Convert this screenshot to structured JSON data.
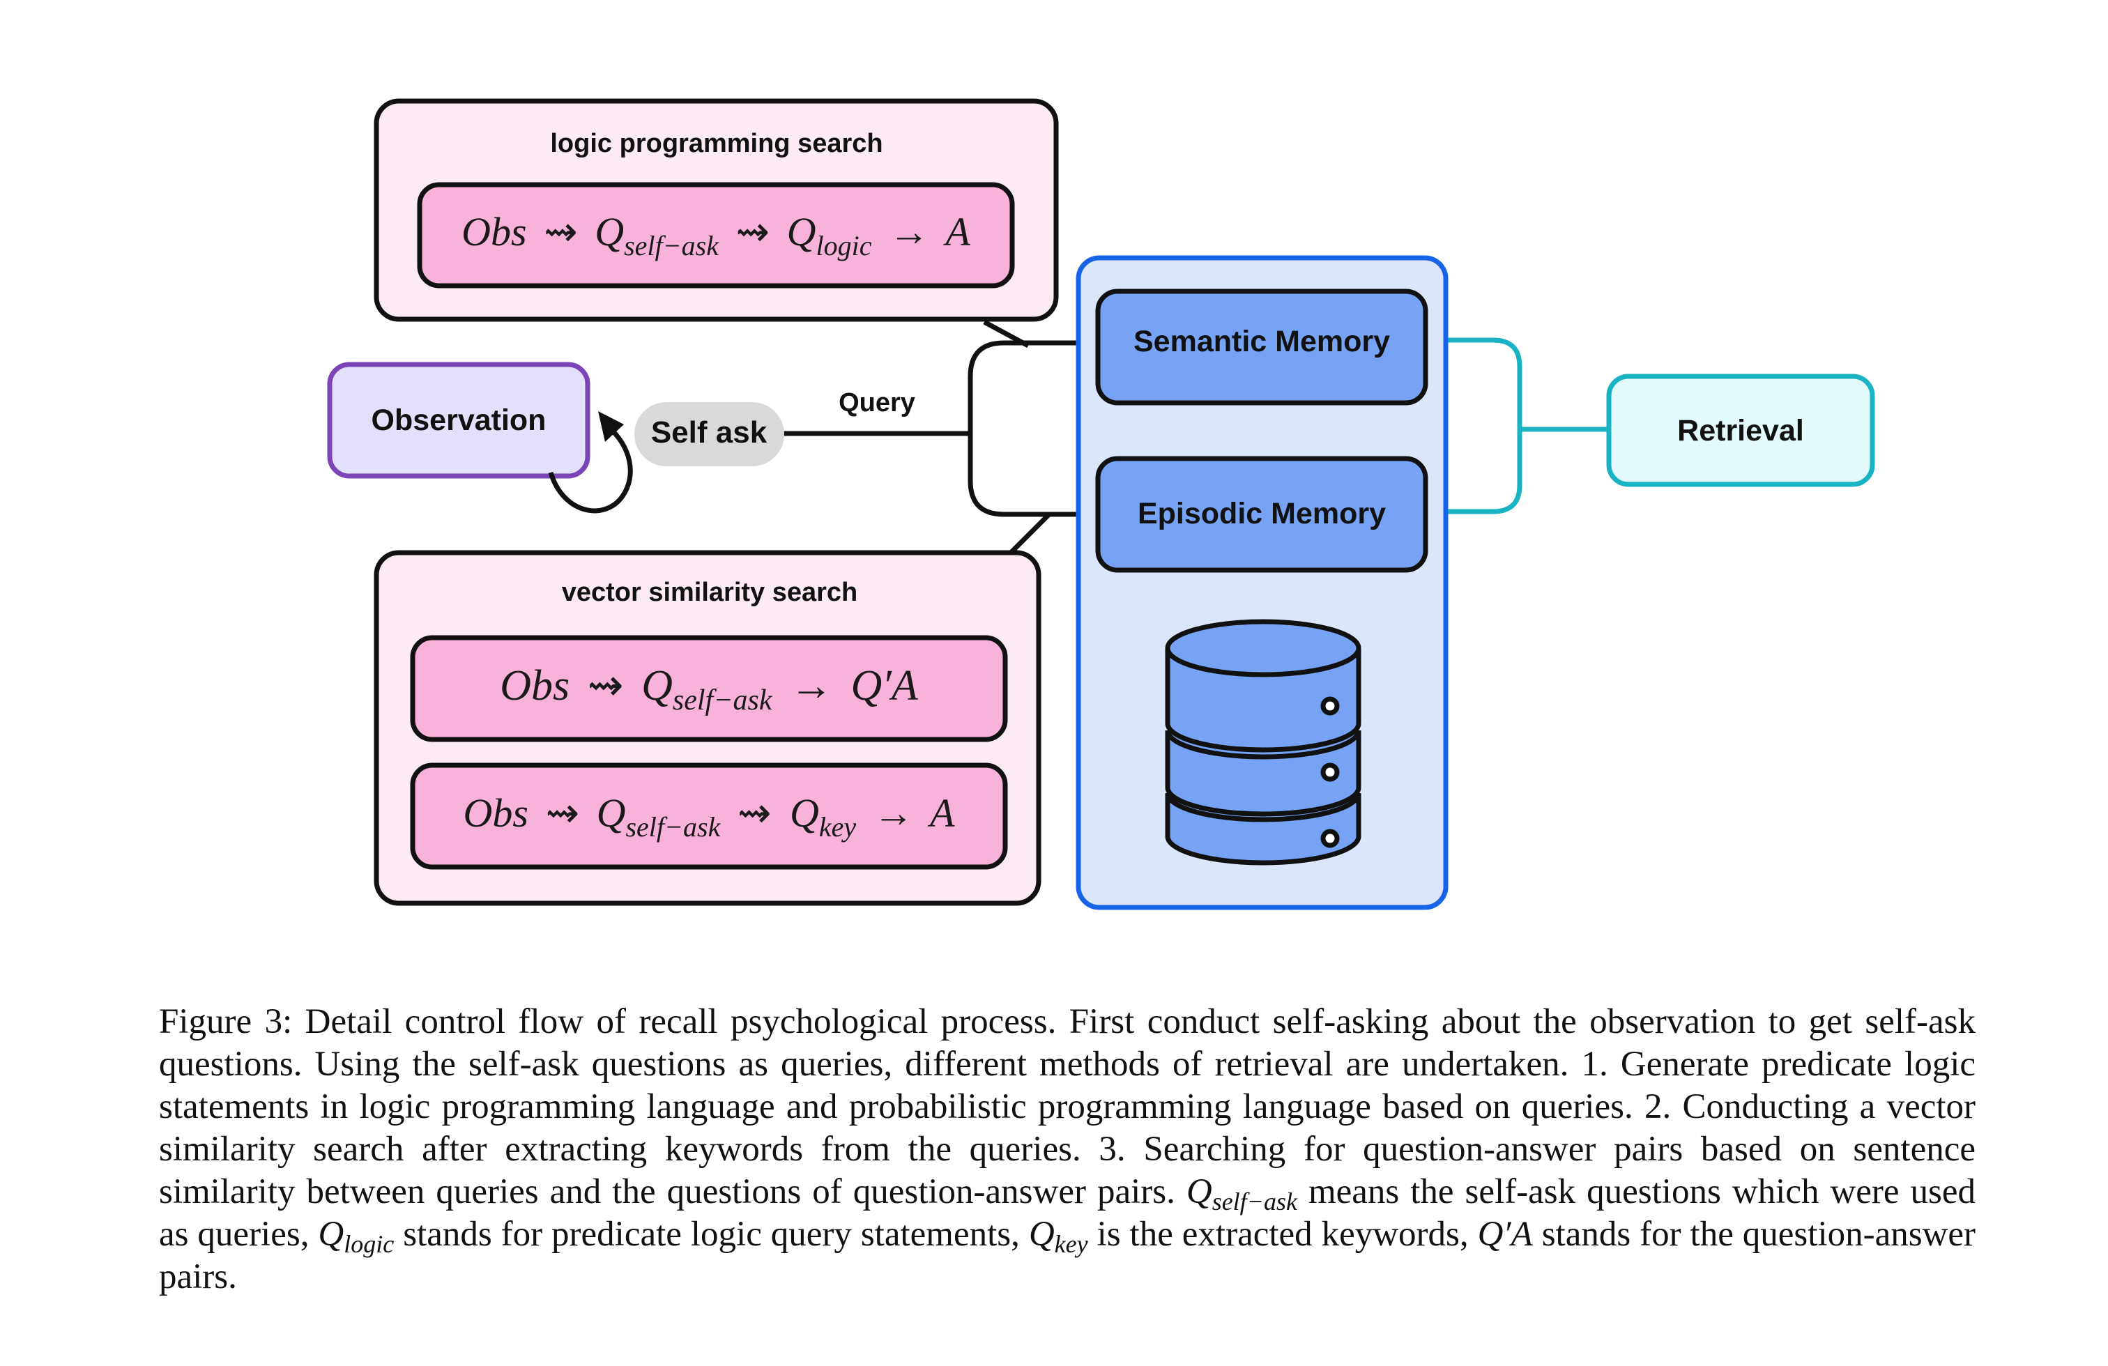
{
  "diagram": {
    "logic_box": {
      "title": "logic programming search",
      "formula": {
        "obs": "Obs",
        "q": "Q",
        "sub1": "self−ask",
        "sub2": "logic",
        "a": "A",
        "squig": "⇝",
        "arrow": "→"
      }
    },
    "vector_box": {
      "title": "vector similarity search",
      "formula1": {
        "obs": "Obs",
        "q": "Q",
        "sub1": "self−ask",
        "qa": "Q′A",
        "squig": "⇝",
        "arrow": "→"
      },
      "formula2": {
        "obs": "Obs",
        "q": "Q",
        "sub1": "self−ask",
        "sub2": "key",
        "a": "A",
        "squig": "⇝",
        "arrow": "→"
      }
    },
    "observation": "Observation",
    "self_ask": "Self ask",
    "query": "Query",
    "semantic_memory": "Semantic Memory",
    "episodic_memory": "Episodic Memory",
    "retrieval": "Retrieval",
    "icons": {
      "database": "database-icon",
      "loop_arrow": "loop-arrow-icon"
    },
    "colors": {
      "pink_outer": "#FCEAF5",
      "pink_inner": "#F9B3DA",
      "observation_border": "#7B45B8",
      "observation_fill": "#E2E0FB",
      "memory_panel_border": "#1864E8",
      "memory_panel_fill": "#DCE6FB",
      "memory_fill": "#77A3F5",
      "retrieval_border": "#19B3C4",
      "retrieval_fill": "#E3FAFC",
      "self_ask_fill": "#D9D9D9"
    }
  },
  "caption": {
    "lead": "Figure 3: Detail control flow of recall psychological process. First conduct self-asking about the observation to get self-ask questions. Using the self-ask questions as queries, different methods of retrieval are undertaken. 1. Generate predicate logic statements in logic programming language and probabilistic programming language based on queries. 2. Conducting a vector similarity search after extracting keywords from the queries. 3. Searching for question-answer pairs based on sentence similarity between queries and the questions of question-answer pairs.",
    "q": "Q",
    "sub_self_ask": "self−ask",
    "t1": "means the self-ask questions which were used as queries,",
    "sub_logic": "logic",
    "t2": "stands for predicate logic query statements,",
    "sub_key": "key",
    "t3": "is the extracted keywords,",
    "qa": "Q′A",
    "t4": "stands for the question-answer pairs."
  }
}
